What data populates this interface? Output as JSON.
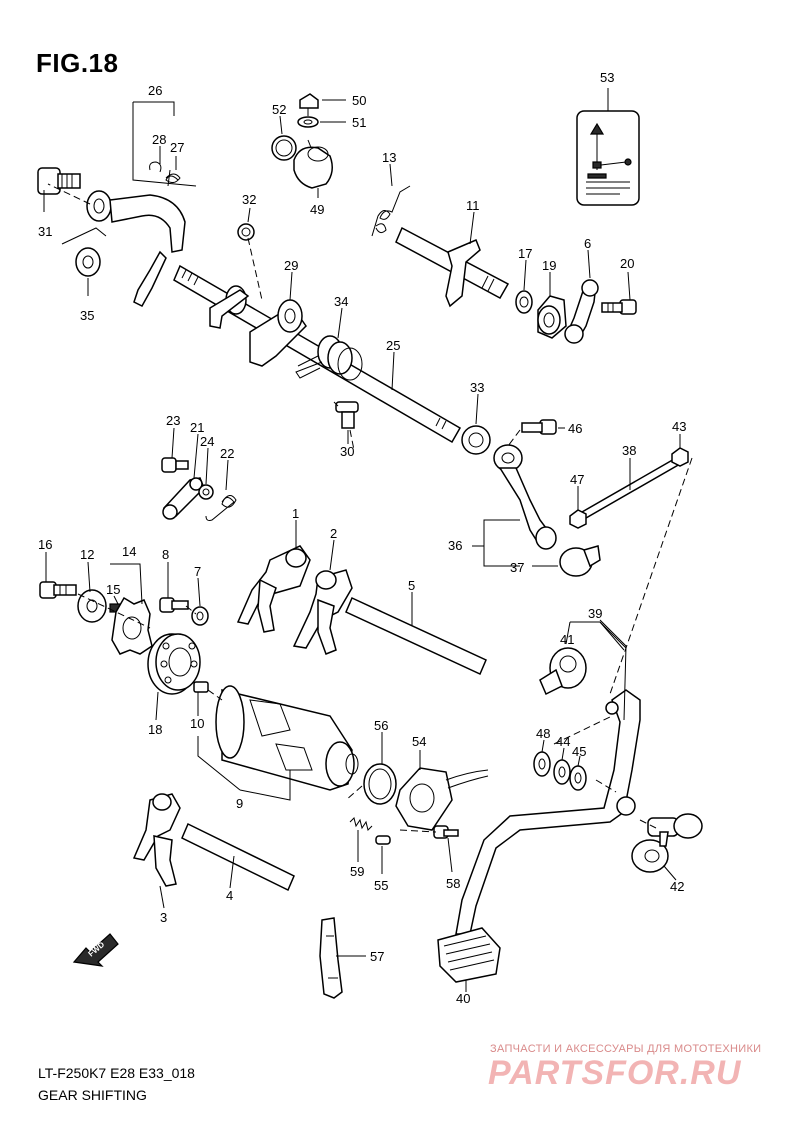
{
  "figure": {
    "title": "FIG.18",
    "model_code": "LT-F250K7 E28 E33_018",
    "section_name": "GEAR SHIFTING",
    "fwd_marker": "FWD"
  },
  "watermark": {
    "caption": "ЗАПЧАСТИ И АКСЕССУАРЫ ДЛЯ МОТОТЕХНИКИ",
    "logo": "PARTSFOR.RU"
  },
  "part_labels": [
    "1",
    "2",
    "3",
    "4",
    "5",
    "6",
    "7",
    "8",
    "9",
    "10",
    "11",
    "12",
    "13",
    "14",
    "15",
    "16",
    "17",
    "18",
    "19",
    "20",
    "21",
    "22",
    "23",
    "24",
    "25",
    "26",
    "27",
    "28",
    "29",
    "30",
    "31",
    "32",
    "33",
    "34",
    "35",
    "36",
    "37",
    "38",
    "39",
    "40",
    "41",
    "42",
    "43",
    "44",
    "45",
    "46",
    "47",
    "48",
    "49",
    "50",
    "51",
    "52",
    "53",
    "54",
    "55",
    "56",
    "57",
    "58",
    "59"
  ],
  "icons": [
    "gear-shift-pattern-label-icon",
    "fwd-arrow-icon"
  ]
}
